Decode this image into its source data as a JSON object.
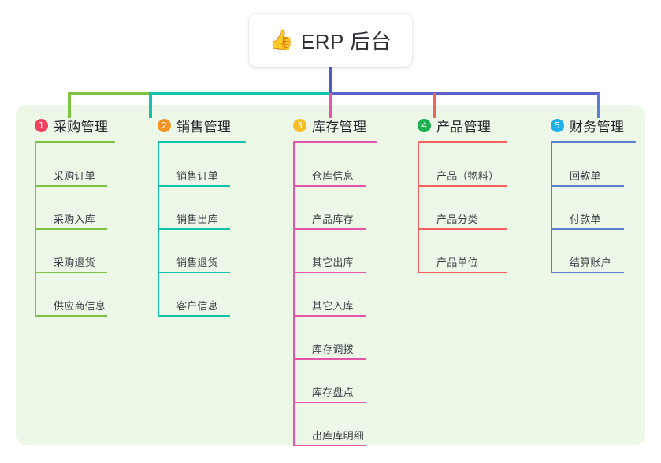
{
  "root": {
    "icon": "thumbs-up-icon",
    "emoji": "👍",
    "title": "ERP 后台"
  },
  "theme": {
    "panel_bg": "#edf7e8",
    "page_bg": "#ffffff",
    "root_text": "#2f3236",
    "leaf_text": "#3b3f45",
    "trunk_line": "#4a5cc4"
  },
  "columns": [
    {
      "index": "1",
      "badge_number": "1",
      "badge_color": "#f2425f",
      "line_color": "#7dc242",
      "title": "采购管理",
      "items": [
        {
          "label": "采购订单"
        },
        {
          "label": "采购入库"
        },
        {
          "label": "采购退货"
        },
        {
          "label": "供应商信息"
        }
      ]
    },
    {
      "index": "2",
      "badge_number": "2",
      "badge_color": "#f59425",
      "line_color": "#13c2ab",
      "title": "销售管理",
      "items": [
        {
          "label": "销售订单"
        },
        {
          "label": "销售出库"
        },
        {
          "label": "销售退货"
        },
        {
          "label": "客户信息"
        }
      ]
    },
    {
      "index": "3",
      "badge_number": "3",
      "badge_color": "#f7bf23",
      "line_color": "#e855a8",
      "title": "库存管理",
      "items": [
        {
          "label": "仓库信息"
        },
        {
          "label": "产品库存"
        },
        {
          "label": "其它出库"
        },
        {
          "label": "其它入库"
        },
        {
          "label": "库存调拨"
        },
        {
          "label": "库存盘点"
        },
        {
          "label": "出库库明细"
        }
      ]
    },
    {
      "index": "4",
      "badge_number": "4",
      "badge_color": "#18b14b",
      "line_color": "#f4605e",
      "title": "产品管理",
      "items": [
        {
          "label": "产品（物料）"
        },
        {
          "label": "产品分类"
        },
        {
          "label": "产品单位"
        }
      ]
    },
    {
      "index": "5",
      "badge_number": "5",
      "badge_color": "#1eb0ec",
      "line_color": "#5b7ed1",
      "title": "财务管理",
      "items": [
        {
          "label": "回款单"
        },
        {
          "label": "付款单"
        },
        {
          "label": "结算账户"
        }
      ]
    }
  ]
}
